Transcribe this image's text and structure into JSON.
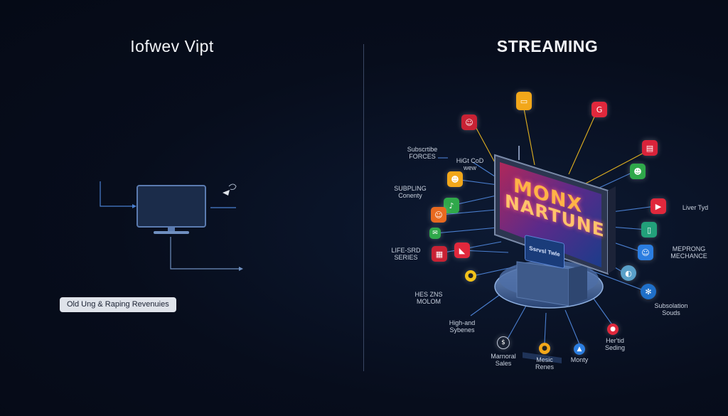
{
  "left_panel": {
    "title": "Iofwev Vipt",
    "pill_label": "Old Ung & Raping Revenuies"
  },
  "right_panel": {
    "title": "STREAMING",
    "screen_line1": "MONX",
    "screen_line2": "NARTUNE",
    "screen_tag": "Ssrvsl Twle"
  },
  "labels": [
    {
      "id": "subscribe-forces",
      "lines": [
        "Subscrtibe",
        "FORCES"
      ]
    },
    {
      "id": "high-cod",
      "lines": [
        "HiGt CoD",
        "wew"
      ]
    },
    {
      "id": "subpling-content",
      "lines": [
        "SUBPLING",
        "Conenty"
      ]
    },
    {
      "id": "life-series",
      "lines": [
        "LIFE-SRD",
        "SERIES"
      ]
    },
    {
      "id": "hes-molom",
      "lines": [
        "HES ZNS",
        "MOLOM"
      ]
    },
    {
      "id": "high-sybenes",
      "lines": [
        "High-and",
        "Sybenes"
      ]
    },
    {
      "id": "maneval-sales",
      "lines": [
        "Marnoral",
        "Sales"
      ]
    },
    {
      "id": "music-renes",
      "lines": [
        "Mesic",
        "Renes"
      ]
    },
    {
      "id": "monty",
      "lines": [
        "Monty"
      ]
    },
    {
      "id": "herthd-seding",
      "lines": [
        "Her'tid",
        "Seding"
      ]
    },
    {
      "id": "subsolation-souds",
      "lines": [
        "Subsolation",
        "Souds"
      ]
    },
    {
      "id": "meprong-mechance",
      "lines": [
        "MEPRONG",
        "MECHANCE"
      ]
    },
    {
      "id": "liver-tyd",
      "lines": [
        "Liver Tyd"
      ]
    }
  ],
  "colors": {
    "accent_orange": "#f7a41c",
    "accent_red": "#e0283c",
    "accent_green": "#2fa84a",
    "accent_blue": "#2b7de0",
    "line_blue": "#4a7fd0",
    "line_yellow": "#e0b020"
  }
}
